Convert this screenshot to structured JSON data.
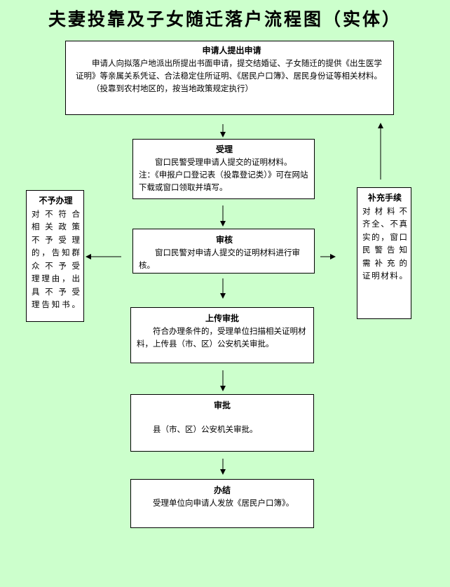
{
  "title": "夫妻投靠及子女随迁落户流程图（实体）",
  "steps": {
    "apply": {
      "heading": "申请人提出申请",
      "text": "申请人向拟落户地派出所提出书面申请，提交结婚证、子女随迁的提供《出生医学证明》等亲属关系凭证、合法稳定住所证明、《居民户口簿》、居民身份证等相关材料。",
      "note": "（投靠到农村地区的，按当地政策规定执行）"
    },
    "accept": {
      "heading": "受理",
      "text": "窗口民警受理申请人提交的证明材料。",
      "note": "注：《申报户口登记表（投靠登记类）》可在网站下载或窗口领取并填写。"
    },
    "review": {
      "heading": "审核",
      "text": "窗口民警对申请人提交的证明材料进行审核。"
    },
    "upload": {
      "heading": "上传审批",
      "text": "符合办理条件的，受理单位扫描相关证明材料，上传县（市、区）公安机关审批。"
    },
    "approve": {
      "heading": "审批",
      "text": "县（市、区）公安机关审批。"
    },
    "complete": {
      "heading": "办结",
      "text": "受理单位向申请人发放《居民户口簿》。"
    }
  },
  "side": {
    "reject": {
      "heading": "不予办理",
      "lines": [
        "对不符合",
        "相关政策",
        "不予受理",
        "的，告知群",
        "众不予受",
        "理理由，出",
        "具不予受",
        "理告知书。"
      ]
    },
    "supplement": {
      "heading": "补充手续",
      "lines": [
        "对材料不",
        "齐全、不真",
        "实的，窗口",
        "民警告知",
        "需补充的",
        "证明材料。"
      ]
    }
  }
}
